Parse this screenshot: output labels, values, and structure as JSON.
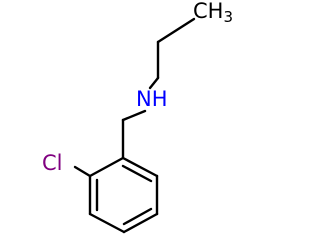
{
  "molecule": {
    "labels": {
      "methyl": "CH",
      "methyl_subscript": "3",
      "amine": "NH",
      "chlorine": "Cl"
    },
    "colors": {
      "bond": "#000000",
      "carbon_label": "#000000",
      "nitrogen_label": "#0000ff",
      "chlorine_label": "#800080"
    }
  }
}
